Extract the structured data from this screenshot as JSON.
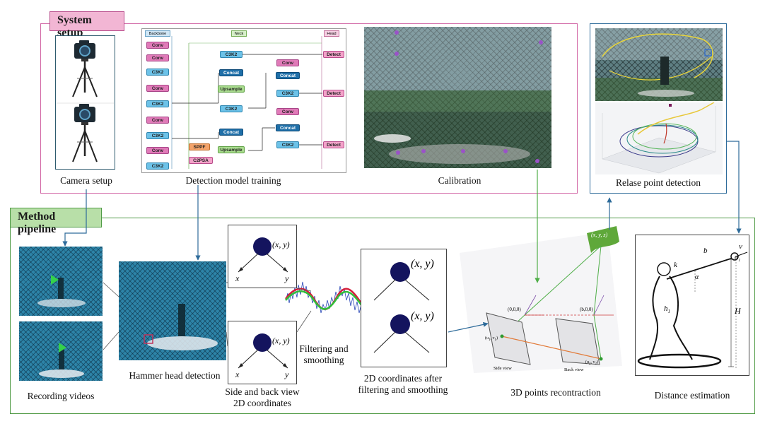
{
  "sections": {
    "system_setup": "System setup",
    "method_pipeline": "Method pipeline"
  },
  "captions": {
    "camera_setup": "Camera setup",
    "detection_training": "Detection model training",
    "calibration": "Calibration",
    "release_detection": "Relase point detection",
    "recording_videos": "Recording videos",
    "hammer_detection": "Hammer head detection",
    "side_back_line1": "Side and back view",
    "side_back_line2": "2D coordinates",
    "filtering_line1": "Filtering and",
    "filtering_line2": "smoothing",
    "after_line1": "2D coordinates after",
    "after_line2": "filtering and smoothing",
    "reconstruction": "3D points recontraction",
    "distance": "Distance estimation"
  },
  "network": {
    "headers": {
      "backbone": "Backbone",
      "neck": "Neck",
      "head": "Head"
    },
    "backbone": [
      "Conv",
      "Conv",
      "C3K2",
      "Conv",
      "C3K2",
      "Conv",
      "C3K2",
      "Conv",
      "C3K2"
    ],
    "neck": {
      "c3k2": "C3K2",
      "concat": "Concat",
      "upsample": "Upsample",
      "sppf": "SPPF",
      "c2psa": "C2PSA"
    },
    "head": {
      "conv": "Conv",
      "concat": "Concat",
      "c3k2": "C3K2",
      "detect": "Detect"
    }
  },
  "coords": {
    "xy": "(x, y)",
    "x": "x",
    "y": "y",
    "xyz": "(x, y, z)"
  },
  "recon": {
    "origin1": "(0,0,0)",
    "origin2": "(b,0,0)",
    "side_view": "Side view",
    "back_view": "Back view",
    "p1": "(u",
    "p1_sub": "1",
    "p1_mid": ", v",
    "p1_end": ")",
    "p2": "(u",
    "p2_sub": "2",
    "p2_mid": ", v",
    "p2_end": ")"
  },
  "distance_labels": {
    "k": "k",
    "b": "b",
    "v": "v",
    "alpha": "α",
    "alpha1": "α",
    "alpha1_sub": "1",
    "h": "h",
    "h_sub": "1",
    "H": "H"
  },
  "colors": {
    "system_border": "#d268a6",
    "system_tag": "#f2b6d4",
    "method_border": "#4f9a45",
    "method_tag": "#b8dfa8",
    "release_border": "#2e6b9a",
    "arrow_blue": "#2e6b9a",
    "arrow_green": "#4fae48"
  }
}
